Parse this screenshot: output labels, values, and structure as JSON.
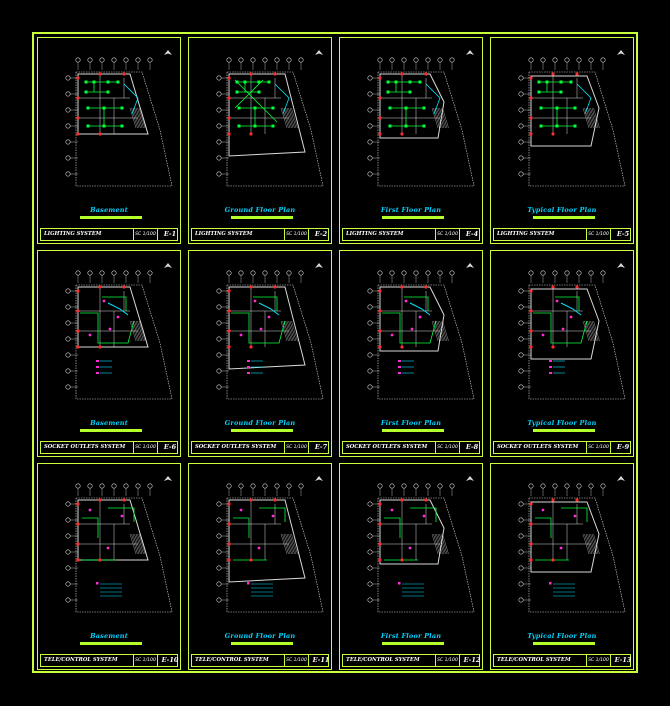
{
  "colors": {
    "background": "#000000",
    "frame": "#c8ff3a",
    "title_text": "#00d3ff",
    "title_underline": "#b5ff2b",
    "walls": "#d9d9d9",
    "circuit_green": "#00ff3c",
    "circuit_magenta": "#ff2bd6",
    "circuit_cyan": "#00e5ff",
    "marker_red": "#ff2a2a"
  },
  "icons": {
    "north_arrow": "north-arrow-icon"
  },
  "panels": [
    {
      "floor_title": "Basement",
      "system": "LIGHTING SYSTEM",
      "scale": "SC 1/100",
      "sheet_no": "E-1",
      "plan": "basement",
      "wiring": "lighting"
    },
    {
      "floor_title": "Ground Floor Plan",
      "system": "LIGHTING SYSTEM",
      "scale": "SC 1/100",
      "sheet_no": "E-2",
      "plan": "ground",
      "wiring": "lighting"
    },
    {
      "floor_title": "First Floor Plan",
      "system": "LIGHTING SYSTEM",
      "scale": "SC 1/100",
      "sheet_no": "E-4",
      "plan": "first",
      "wiring": "lighting"
    },
    {
      "floor_title": "Typical Floor Plan",
      "system": "LIGHTING SYSTEM",
      "scale": "SC 1/100",
      "sheet_no": "E-5",
      "plan": "typical",
      "wiring": "lighting"
    },
    {
      "floor_title": "Basement",
      "system": "SOCKET OUTLETS SYSTEM",
      "scale": "SC 1/100",
      "sheet_no": "E-6",
      "plan": "basement",
      "wiring": "socket"
    },
    {
      "floor_title": "Ground Floor Plan",
      "system": "SOCKET OUTLETS SYSTEM",
      "scale": "SC 1/100",
      "sheet_no": "E-7",
      "plan": "ground",
      "wiring": "socket"
    },
    {
      "floor_title": "First Floor Plan",
      "system": "SOCKET OUTLETS SYSTEM",
      "scale": "SC 1/100",
      "sheet_no": "E-8",
      "plan": "first",
      "wiring": "socket"
    },
    {
      "floor_title": "Typical Floor Plan",
      "system": "SOCKET OUTLETS SYSTEM",
      "scale": "SC 1/100",
      "sheet_no": "E-9",
      "plan": "typical",
      "wiring": "socket"
    },
    {
      "floor_title": "Basement",
      "system": "TELE/CONTROL SYSTEM",
      "scale": "SC 1/100",
      "sheet_no": "E-10",
      "plan": "basement",
      "wiring": "tele"
    },
    {
      "floor_title": "Ground Floor Plan",
      "system": "TELE/CONTROL SYSTEM",
      "scale": "SC 1/100",
      "sheet_no": "E-11",
      "plan": "ground",
      "wiring": "tele"
    },
    {
      "floor_title": "First Floor Plan",
      "system": "TELE/CONTROL SYSTEM",
      "scale": "SC 1/100",
      "sheet_no": "E-12",
      "plan": "first",
      "wiring": "tele"
    },
    {
      "floor_title": "Typical Floor Plan",
      "system": "TELE/CONTROL SYSTEM",
      "scale": "SC 1/100",
      "sheet_no": "E-13",
      "plan": "typical",
      "wiring": "tele"
    }
  ]
}
